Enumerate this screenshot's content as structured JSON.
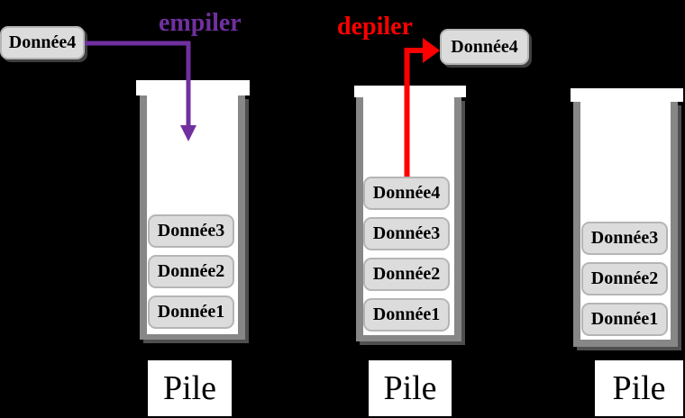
{
  "colors": {
    "background": "#000000",
    "push_arrow": "#7030a0",
    "pop_arrow": "#fe0000",
    "item_fill": "#dcdcdc",
    "item_border": "#b5b5b5",
    "stack_wall": "#878787",
    "stack_interior": "#ffffff",
    "caption_bg": "#ffffff",
    "text": "#000000"
  },
  "push": {
    "label": "empiler",
    "item": "Donnée4"
  },
  "pop": {
    "label": "depiler",
    "item": "Donnée4"
  },
  "stacks": [
    {
      "caption": "Pile",
      "items": [
        "Donnée3",
        "Donnée2",
        "Donnée1"
      ]
    },
    {
      "caption": "Pile",
      "items": [
        "Donnée4",
        "Donnée3",
        "Donnée2",
        "Donnée1"
      ]
    },
    {
      "caption": "Pile",
      "items": [
        "Donnée3",
        "Donnée2",
        "Donnée1"
      ]
    }
  ]
}
